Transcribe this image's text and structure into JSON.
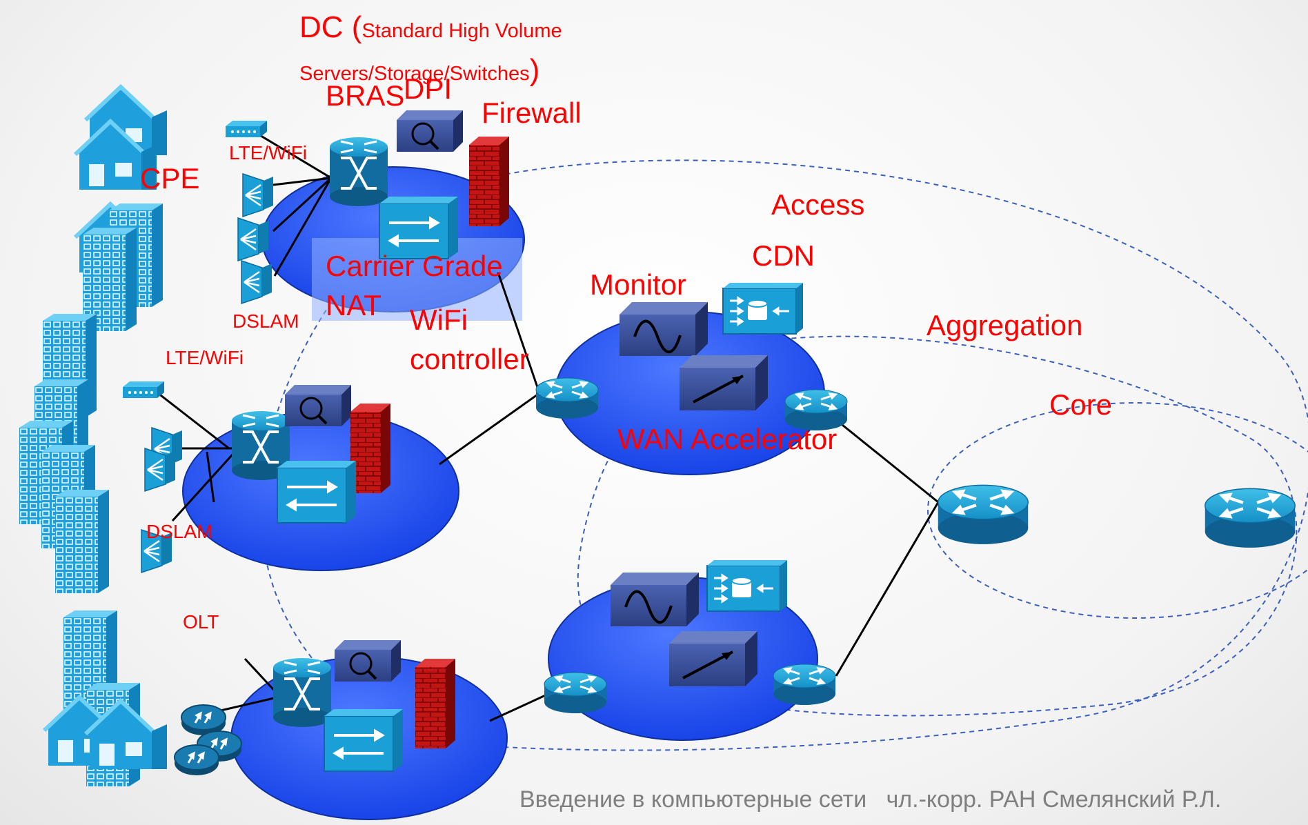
{
  "labels": {
    "dc": "DC (",
    "dc_detail_1": "Standard High Volume",
    "dc_detail_2": "Servers/Storage/Switches",
    "dc_close": ")",
    "bras": "BRAS",
    "dpi": "DPI",
    "firewall": "Firewall",
    "cpe": "CPE",
    "lte_wifi_top": "LTE/WiFi",
    "lte_wifi_mid": "LTE/WiFi",
    "dslam_top": "DSLAM",
    "dslam_mid": "DSLAM",
    "olt": "OLT",
    "carrier_grade": "Carrier Grade",
    "nat": "NAT",
    "wifi": "WiFi",
    "controller": "controller",
    "access": "Access",
    "cdn": "CDN",
    "monitor": "Monitor",
    "aggregation": "Aggregation",
    "core": "Core",
    "wan_accelerator": "WAN Accelerator"
  },
  "footer": {
    "course": "Введение в компьютерные сети",
    "author": "чл.-корр. РАН Смелянский Р.Л."
  },
  "colors": {
    "label": "#ff0000",
    "cloud": "#1f4fff",
    "icon": "#1a9fd6",
    "ring": "#3a5fbf",
    "footer": "#7f7f7f"
  }
}
